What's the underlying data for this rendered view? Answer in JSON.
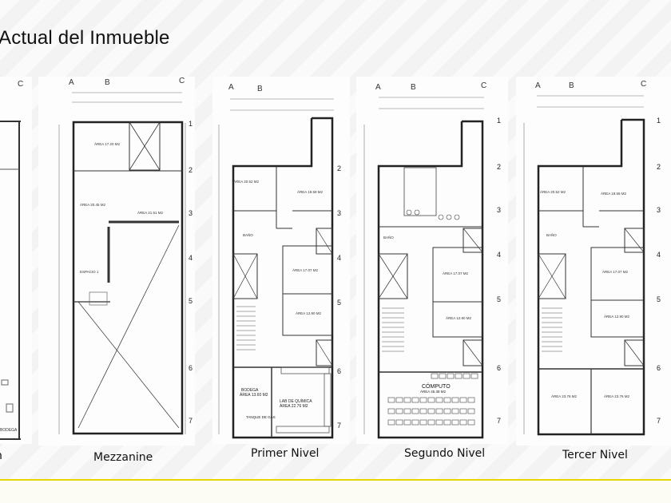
{
  "slide": {
    "title": "Actual del Inmueble"
  },
  "plans": [
    {
      "caption": "n",
      "room_labels": [
        "BODEGA"
      ]
    },
    {
      "caption": "Mezzanine",
      "axis_letters": [
        "A",
        "B",
        "C"
      ],
      "row_numbers": [
        "1",
        "2",
        "3",
        "4",
        "5",
        "6",
        "7"
      ],
      "room_labels": [
        "ÁREA 17.20 M2",
        "ÁREA 20.45 M2",
        "ÁREA 21.51 M2",
        "ESPACIO 1"
      ]
    },
    {
      "caption": "Primer Nivel",
      "axis_letters": [
        "A",
        "B"
      ],
      "row_numbers": [
        "2",
        "3",
        "4",
        "5",
        "6",
        "7"
      ],
      "room_labels": [
        "ÁREA 20.52 M2",
        "ÁREA 19.59 M2",
        "BAÑO",
        "ÁREA 17.07 M2",
        "ÁREA 12.90 M2",
        "BODEGA",
        "ÁREA 13.60 M2",
        "LAB DE QUÍMICA",
        "ÁREA 22.76 M2",
        "TANQUE DE GAS"
      ]
    },
    {
      "caption": "Segundo Nivel",
      "axis_letters": [
        "A",
        "B",
        "C"
      ],
      "row_numbers": [
        "1",
        "2",
        "3",
        "4",
        "5",
        "6",
        "7"
      ],
      "room_labels": [
        "BAÑO",
        "ÁREA 17.07 M2",
        "ÁREA 12.90 M2",
        "CÓMPUTO",
        "ÁREA 45.38 M2"
      ]
    },
    {
      "caption": "Tercer Nivel",
      "axis_letters": [
        "A",
        "B",
        "C"
      ],
      "row_numbers": [
        "1",
        "2",
        "3",
        "4",
        "5",
        "6",
        "7"
      ],
      "room_labels": [
        "ÁREA 20.52 M2",
        "ÁREA 19.59 M2",
        "BAÑO",
        "ÁREA 17.07 M2",
        "ÁREA 12.90 M2",
        "ÁREA 23.76 M2",
        "ÁREA 23.76 M2"
      ]
    }
  ]
}
